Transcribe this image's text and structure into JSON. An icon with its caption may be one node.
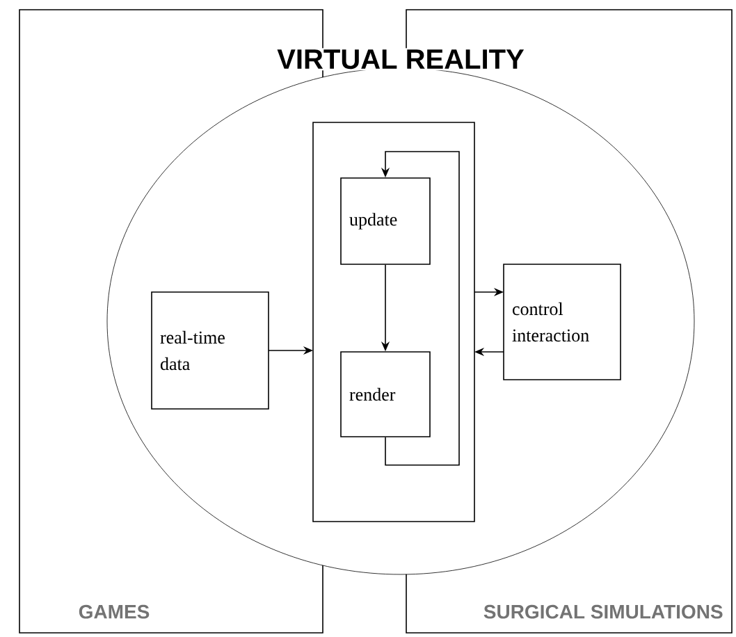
{
  "diagram": {
    "nodes": [
      {
        "text": [
          "VIRTUAL REALITY"
        ]
      },
      {
        "text": [],
        "shape": "box",
        "in": 0
      },
      {
        "text": [
          "update"
        ],
        "in": 1
      },
      {
        "text": [
          "render"
        ],
        "in": 1
      },
      {
        "text": [
          "real-time data"
        ],
        "in": 0
      },
      {
        "text": [
          "control interaction"
        ],
        "in": 0
      }
    ],
    "edges": [
      {
        "from": 2,
        "to": 3,
        "arrow": "to"
      },
      {
        "from": 3,
        "to": 2,
        "arrow": "to"
      },
      {
        "from": 4,
        "to": 1,
        "arrow": "to"
      },
      {
        "from": 1,
        "to": 5,
        "arrow": "to"
      },
      {
        "from": 5,
        "to": 1,
        "arrow": "to"
      }
    ],
    "labels": [
      "GAMES",
      "SURGICAL SIMULATIONS"
    ]
  }
}
